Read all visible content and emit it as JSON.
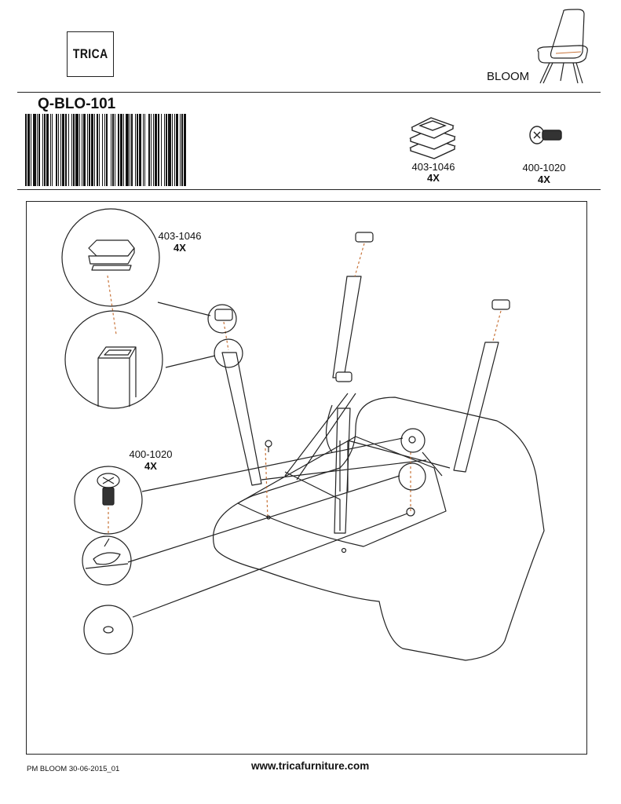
{
  "header": {
    "brand_logo_text": "TRICA",
    "product_name": "BLOOM",
    "product_code": "Q-BLO-101"
  },
  "parts": [
    {
      "id": "403-1046",
      "qty": "4X",
      "icon": "plastic-cap-stack-icon"
    },
    {
      "id": "400-1020",
      "qty": "4X",
      "icon": "screw-icon"
    }
  ],
  "diagram": {
    "callout_cap": {
      "id": "403-1046",
      "qty": "4X"
    },
    "callout_screw": {
      "id": "400-1020",
      "qty": "4X"
    }
  },
  "footer": {
    "doc_ref": "PM BLOOM 30-06-2015_01",
    "website": "www.tricafurniture.com"
  },
  "colors": {
    "ink": "#111111",
    "accent_dash": "#c8743a"
  }
}
